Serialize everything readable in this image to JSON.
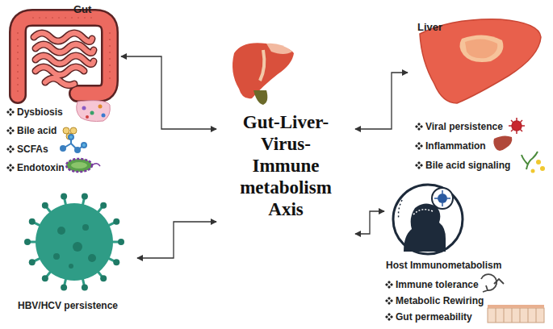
{
  "diagram": {
    "nodes": [
      {
        "text": [
          "Gut",
          "Dysbiosis",
          "Bile acid",
          "SCFAs",
          "Endotoxin"
        ]
      },
      {
        "text": [
          "Gut-Liver-Virus-Immune metabolism Axis"
        ]
      },
      {
        "text": [
          "Liver",
          "Viral persistence",
          "Inflammation",
          "Bile acid signaling"
        ]
      },
      {
        "text": [
          "HBV/HCV persistence"
        ]
      },
      {
        "text": [
          "Host Immunometabolism",
          "Immune tolerance",
          "Metabolic Rewiring",
          "Gut permeability"
        ]
      }
    ],
    "edges": [
      {
        "from": 1,
        "to": 0,
        "arrow": "both"
      },
      {
        "from": 1,
        "to": 2,
        "arrow": "both"
      },
      {
        "from": 1,
        "to": 3,
        "arrow": "both"
      },
      {
        "from": 1,
        "to": 4,
        "arrow": "both"
      }
    ]
  }
}
